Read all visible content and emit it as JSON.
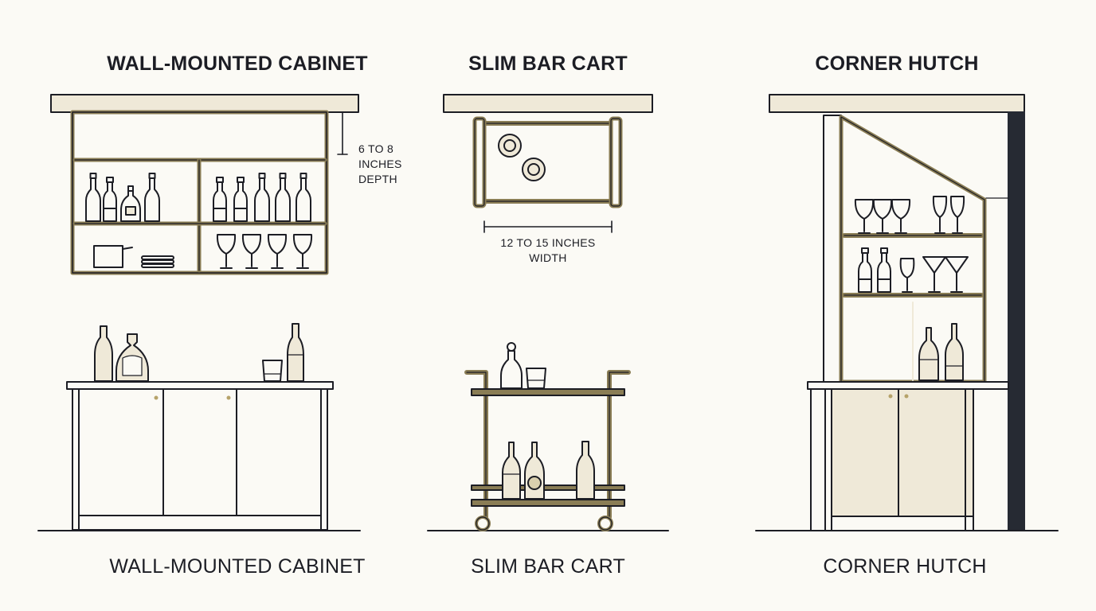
{
  "colors": {
    "background": "#fbfaf5",
    "ink": "#1c1d24",
    "brass": "#8a7d55",
    "cream": "#efe9d8",
    "wall": "#262a33"
  },
  "panels": {
    "wall_cabinet": {
      "title": "WALL-MOUNTED CABINET",
      "caption": "WALL-MOUNTED CABINET",
      "dimension": [
        "6 TO 8",
        "INCHES",
        "DEPTH"
      ]
    },
    "bar_cart": {
      "title": "SLIM BAR CART",
      "caption": "SLIM BAR CART",
      "dimension": [
        "12 TO 15 INCHES",
        "WIDTH"
      ]
    },
    "corner_hutch": {
      "title": "CORNER HUTCH",
      "caption": "CORNER HUTCH"
    }
  }
}
